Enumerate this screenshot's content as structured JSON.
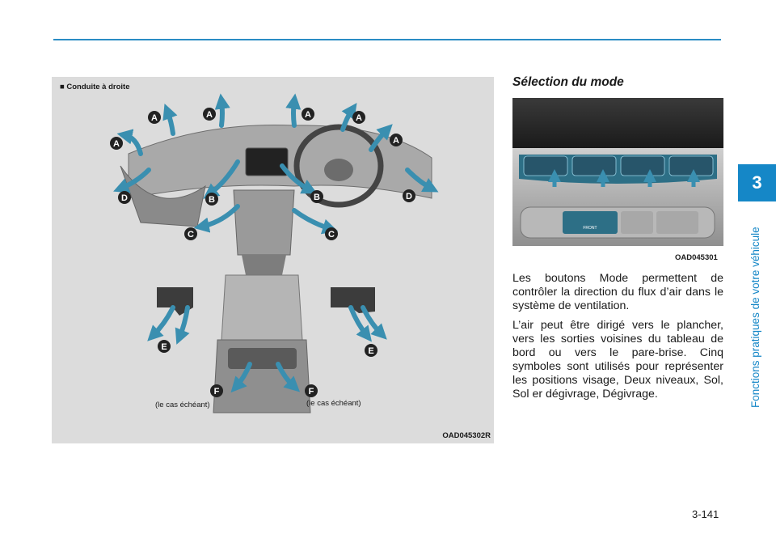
{
  "chapter": {
    "number": "3",
    "title": "Fonctions pratiques de votre véhicule"
  },
  "figure_left": {
    "caption": "■ Conduite à droite",
    "code": "OAD045302R",
    "note_left": "(le cas échéant)",
    "note_right": "(le cas échéant)",
    "labels": {
      "a": "A",
      "b": "B",
      "c": "C",
      "d": "D",
      "e": "E",
      "f": "F"
    }
  },
  "section_title": "Sélection du mode",
  "figure_right": {
    "code": "OAD045301",
    "button_text": "FRONT"
  },
  "paragraphs": [
    "Les boutons Mode permettent de contrôler la direction du flux d’air dans le système de ventilation.",
    "L’air peut être dirigé vers le plancher, vers les sorties voisines du tableau de bord ou vers le pare-brise. Cinq symboles sont utilisés pour représenter les positions visage, Deux niveaux, Sol, Sol er dégivrage, Dégivrage."
  ],
  "page_number": "3-141",
  "colors": {
    "accent": "#1587c7",
    "arrow": "#3a8fb0",
    "label_bg": "#222222"
  }
}
